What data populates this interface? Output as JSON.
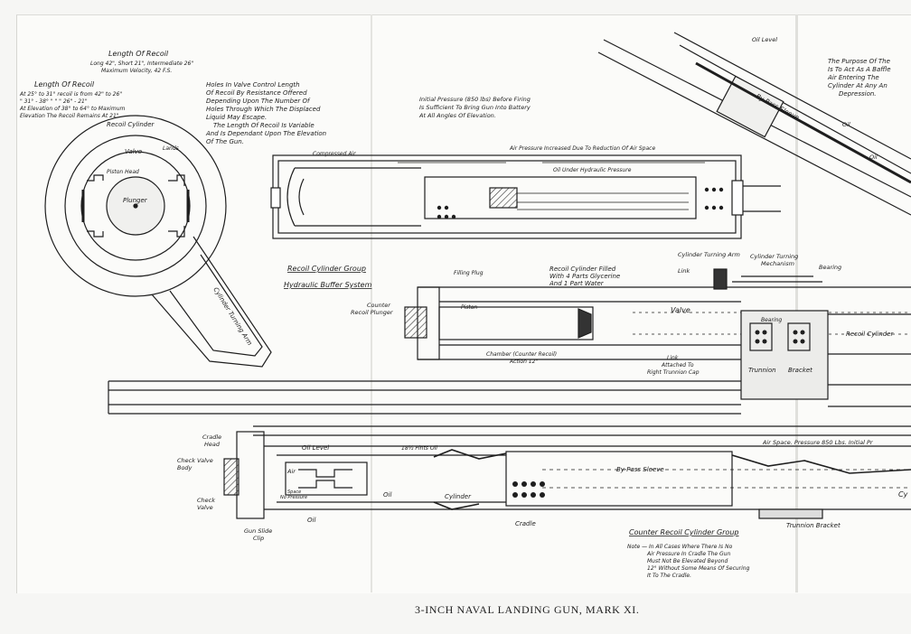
{
  "caption": "3-INCH NAVAL LANDING GUN, MARK XI.",
  "labels": {
    "length_of_recoil_top": "Length Of Recoil",
    "recoil_figures_top_1": "Long 42\", Short 21\", Intermediate 26\"",
    "recoil_figures_top_2": "Maximum Velocity, 42 F.S.",
    "length_of_recoil_left": "Length Of Recoil",
    "recoil_elev_1": "At 25° to 31° recoil is from 42\" to 26\"",
    "recoil_elev_2": "\" 31° - 38°  \"  \"  \"  26\" - 21\"",
    "recoil_elev_3": "At Elevation of 38° to 64° to Maximum",
    "recoil_elev_4": "Elevation The Recoil Remains At 21\"",
    "holes_note_1": "Holes In Valve Control Length",
    "holes_note_2": "Of Recoil By Resistance Offered",
    "holes_note_3": "Depending Upon The Number Of",
    "holes_note_4": "Holes Through Which The Displaced",
    "holes_note_5": "Liquid May Escape.",
    "holes_note_6": "The Length Of Recoil Is Variable",
    "holes_note_7": "And Is Dependant Upon The Elevation",
    "holes_note_8": "Of The Gun.",
    "recoil_cylinder": "Recoil Cylinder",
    "valve": "Valve",
    "lands": "Lands",
    "piston_head": "Piston Head",
    "plunger": "Plunger",
    "cylinder_turning_arm": "Cylinder Turning Arm",
    "initial_pressure_1": "Initial Pressure (850 lbs) Before Firing",
    "initial_pressure_2": "Is Sufficient To Bring Gun Into Battery",
    "initial_pressure_3": "At All Angles Of Elevation.",
    "compressed_air": "Compressed Air",
    "air_pressure_increased": "Air Pressure Increased Due To Reduction Of Air Space",
    "oil_under_pressure": "Oil Under Hydraulic Pressure",
    "oil_level_top": "Oil Level",
    "purpose_1": "The Purpose Of The",
    "purpose_2": "Is To Act As A Baffle",
    "purpose_3": "Air Entering The",
    "purpose_4": "Cylinder At Any An",
    "purpose_5": "Depression.",
    "bypass_sleeve_top": "By-Pass Sleeve",
    "oil_a": "Oil",
    "oil_b": "Oil",
    "cylinder_turning_arm_2": "Cylinder Turning Arm",
    "cylinder_turning_mechanism_1": "Cylinder Turning",
    "cylinder_turning_mechanism_2": "Mechanism",
    "link": "Link",
    "bearing": "Bearing",
    "recoil_cylinder_group": "Recoil Cylinder Group",
    "hydraulic_buffer_system": "Hydraulic Buffer System",
    "filling_plug": "Filling Plug",
    "recoil_cyl_filled_1": "Recoil Cylinder Filled",
    "recoil_cyl_filled_2": "With 4 Parts Glycerine",
    "recoil_cyl_filled_3": "And 1 Part Water",
    "counter_recoil_plunger_1": "Counter",
    "counter_recoil_plunger_2": "Recoil Plunger",
    "piston": "Piston",
    "valve_2": "Valve",
    "bearing_2": "Bearing",
    "recoil_cylinder_2": "Recoil Cylinder",
    "chamber_1": "Chamber (Counter Recoil)",
    "chamber_2": "Action 12\"",
    "link_attached_1": "Link",
    "link_attached_2": "Attached To",
    "link_attached_3": "Right Trunnion Cap",
    "trunnion": "Trunnion",
    "bracket": "Bracket",
    "air_space": "Air Space. Pressure 850 Lbs. Initial Pr",
    "cradle_head_1": "Cradle",
    "cradle_head_2": "Head",
    "check_valve_body_1": "Check Valve",
    "check_valve_body_2": "Body",
    "check_valve_1": "Check",
    "check_valve_2": "Valve",
    "gun_slide_clip_1": "Gun Slide",
    "gun_slide_clip_2": "Clip",
    "oil_level_bottom": "Oil Level",
    "pints_oil": "18½ Pints Oil",
    "air": "Air",
    "space_no_pressure_1": "Space",
    "space_no_pressure_2": "No Pressure",
    "oil_c": "Oil",
    "cylinder": "Cylinder",
    "oil_d": "Oil",
    "bypass_sleeve_bottom": "By-Pass Sleeve",
    "cradle": "Cradle",
    "trunnion_bracket": "Trunnion Bracket",
    "counter_recoil_cylinder_group": "Counter Recoil Cylinder Group",
    "note_1": "Note — In All Cases Where There Is No",
    "note_2": "Air Pressure In Cradle The Gun",
    "note_3": "Must Not Be Elevated Beyond",
    "note_4": "12° Without Some Means Of Securing",
    "note_5": "It To The Cradle.",
    "cy_partial": "Cy"
  }
}
